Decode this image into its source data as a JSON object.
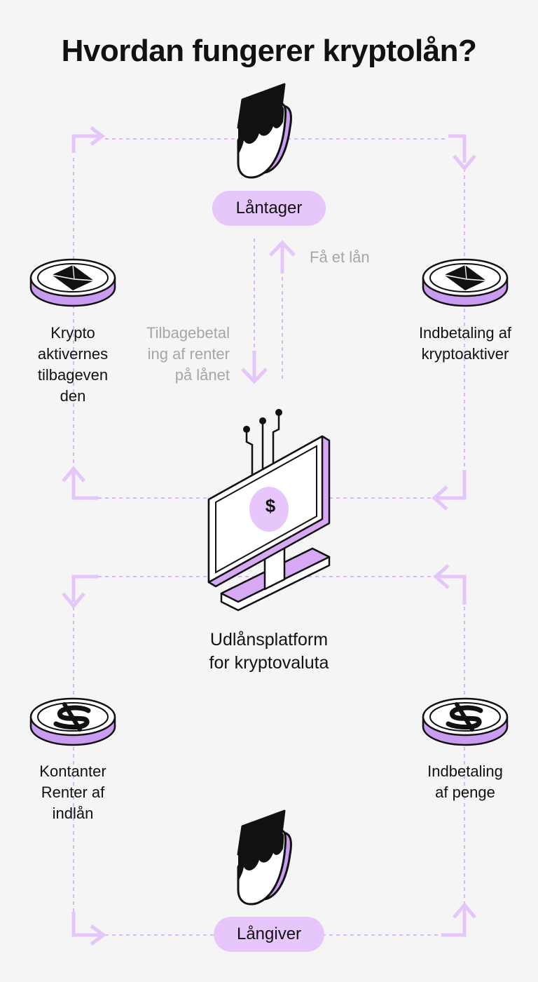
{
  "title": "Hvordan fungerer kryptolån?",
  "nodes": {
    "borrower": "Låntager",
    "lender": "Långiver",
    "platform": "Udlånsplatform\nfor kryptovaluta"
  },
  "flows": {
    "get_loan": "Få et lån",
    "repayment": "Tilbagebetal\ning af renter\npå lånet",
    "crypto_return": "Krypto\naktivernes\ntilbageven\nden",
    "crypto_deposit": "Indbetaling af\nkryptoaktiver",
    "cash_interest": "Kontanter\nRenter af\nindlån",
    "cash_deposit": "Indbetaling\naf penge"
  },
  "platform_symbol": "$",
  "colors": {
    "accent": "#e6c6fb",
    "accent_dark": "#c99cf0",
    "line": "#dbb6f7",
    "text": "#111111",
    "muted": "#a6a6a6",
    "background": "#f5f5f5"
  },
  "icons": {
    "person": "person-bust-icon",
    "crypto_coin": "ethereum-coin-icon",
    "cash_coin": "dollar-coin-icon",
    "computer": "computer-monitor-icon"
  }
}
